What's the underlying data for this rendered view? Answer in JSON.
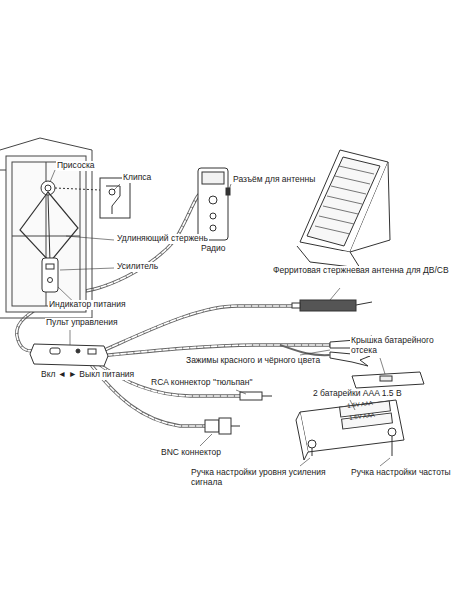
{
  "diagram": {
    "labels": [
      "Присоска",
      "Клипса",
      "Удлиняющий стержень",
      "Разъём для антенны",
      "Радио",
      "Усилитель",
      "Ферритовая стержневая антенна для ДВ/СВ",
      "Индикатор питания",
      "Пульт управления",
      "Зажимы красного и чёрного цвета",
      "Крышка батарейного отсека",
      "Вкл ◄ ► Выкл питания",
      "RCA коннектор \"тюльпан\"",
      "2 батарейки AAA 1.5 В",
      "1.5V AAA",
      "1.5V AAA",
      "BNC коннектор",
      "Ручка настройки уровня усиления сигнала",
      "Ручка настройки частоты"
    ]
  }
}
